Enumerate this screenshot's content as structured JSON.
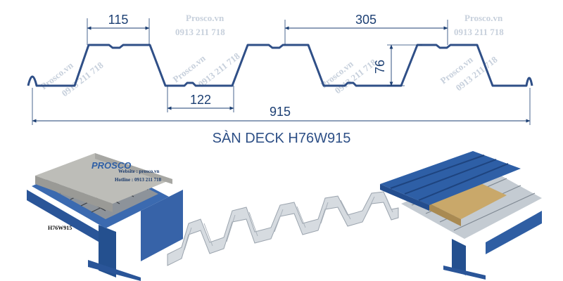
{
  "colors": {
    "profile": "#2f4f87",
    "dimension": "#1c3f73",
    "title": "#2d4f86",
    "watermark": "#c7d0dc",
    "deck_blue": "#2e5fa6",
    "steel_light": "#d8dde2",
    "concrete": "#b9b9b4",
    "insulation": "#c9a86a"
  },
  "profile": {
    "dimensions": {
      "top_flange": "115",
      "pitch": "305",
      "height": "76",
      "bottom_flange": "122",
      "total_width": "915"
    },
    "title": "SÀN DECK H76W915"
  },
  "watermarks": {
    "brand": "Prosco.vn",
    "phone": "0913 211 718"
  },
  "illustrations": {
    "concrete_floor": {
      "logo": "PROSCO",
      "website": "Website : prosco.vn",
      "hotline": "Hotline : 0913 211 718",
      "tag": "H76W915"
    },
    "deck_sheet": {},
    "roof_assembly": {}
  }
}
